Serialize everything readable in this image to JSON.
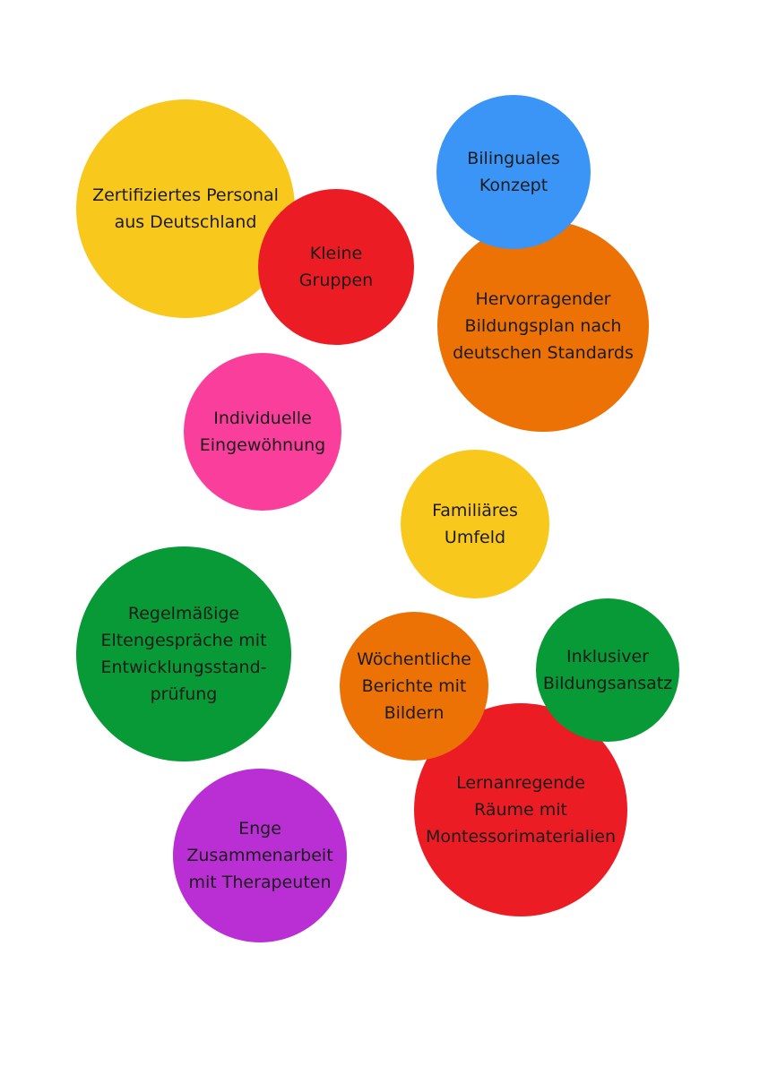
{
  "colors": {
    "yellow": "#F8C91C",
    "red": "#EC1C24",
    "blue": "#3B95F6",
    "orange": "#EC7205",
    "pink": "#F93F9B",
    "green": "#079A36",
    "purple": "#B92FD4"
  },
  "bubbles": [
    {
      "color": "yellow",
      "lines": [
        "Zertifiziertes Personal",
        "aus Deutschland"
      ]
    },
    {
      "color": "red",
      "lines": [
        "Kleine",
        "Gruppen"
      ]
    },
    {
      "color": "blue",
      "lines": [
        "Bilinguales",
        "Konzept"
      ]
    },
    {
      "color": "orange",
      "lines": [
        "Hervorragender",
        "Bildungsplan nach",
        "deutschen Standards"
      ]
    },
    {
      "color": "pink",
      "lines": [
        "Individuelle",
        "Eingewöhnung"
      ]
    },
    {
      "color": "yellow",
      "lines": [
        "Familiäres",
        "Umfeld"
      ]
    },
    {
      "color": "green",
      "lines": [
        "Regelmäßige",
        "Eltengespräche mit",
        "Entwicklungsstand-",
        "prüfung"
      ]
    },
    {
      "color": "red",
      "lines": [
        "Lernanregende",
        "Räume mit",
        "Montessorimaterialien"
      ]
    },
    {
      "color": "orange",
      "lines": [
        "Wöchentliche",
        "Berichte mit",
        "Bildern"
      ]
    },
    {
      "color": "green",
      "lines": [
        "Inklusiver",
        "Bildungsansatz"
      ]
    },
    {
      "color": "purple",
      "lines": [
        "Enge",
        "Zusammenarbeit",
        "mit Therapeuten"
      ]
    }
  ]
}
